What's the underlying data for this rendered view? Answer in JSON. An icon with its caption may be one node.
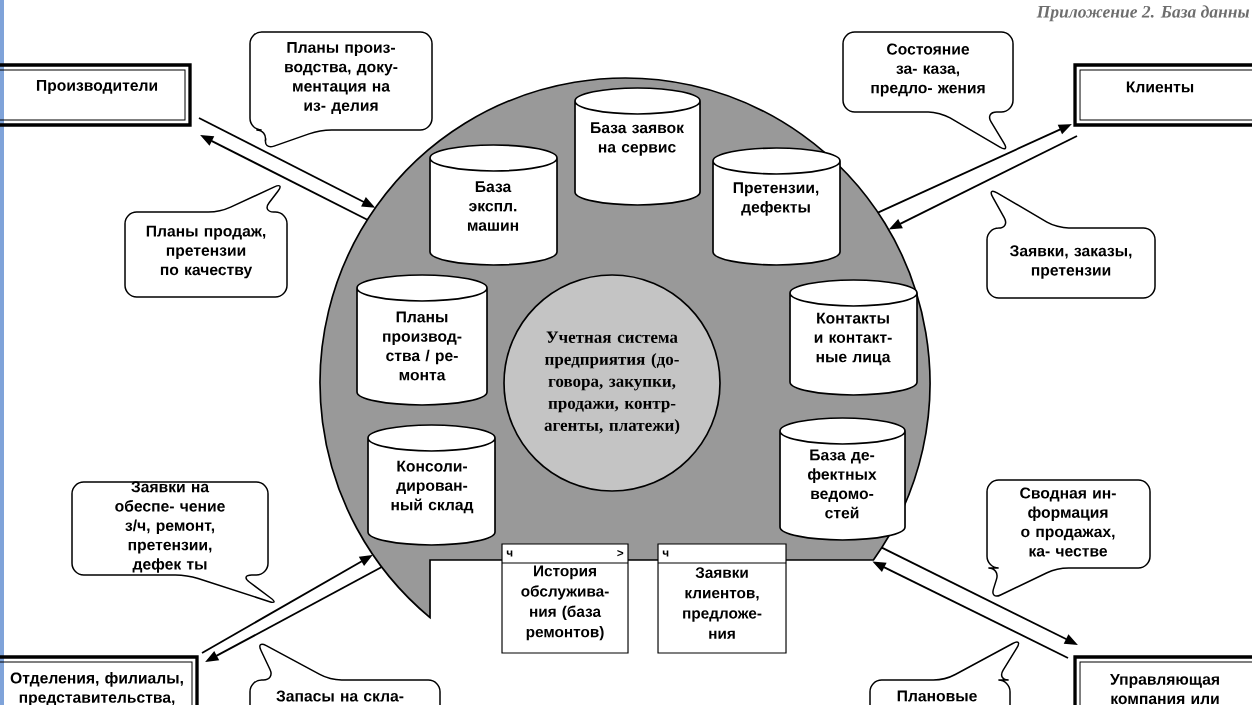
{
  "diagram": {
    "title": "Приложение 2. База данны",
    "nodes": [
      {
        "text": [],
        "shape": "circle"
      },
      {
        "text": [
          "Учетная система предприятия (до- говора, закупки, продажи, контр- агенты, платежи)"
        ],
        "in": 0
      },
      {
        "text": [
          "База заявок на сервис"
        ],
        "in": 0
      },
      {
        "text": [
          "База экспл. машин"
        ],
        "in": 0
      },
      {
        "text": [
          "Претензии, дефекты"
        ],
        "in": 0
      },
      {
        "text": [
          "Планы производ- ства / ре- монта"
        ],
        "in": 0
      },
      {
        "text": [
          "Контакты и контакт- ные лица"
        ],
        "in": 0
      },
      {
        "text": [
          "Консоли- дирован- ный склад"
        ],
        "in": 0
      },
      {
        "text": [
          "База де- фектных ведомо- стей"
        ],
        "in": 0
      },
      {
        "text": [
          "ч",
          ">",
          "История обслужива- ния (база ремонтов)"
        ],
        "in": 0
      },
      {
        "text": [
          "ч",
          "Заявки клиентов, предложе- ния"
        ],
        "in": 0
      },
      {
        "text": [
          "Производители"
        ]
      },
      {
        "text": [
          "Клиенты"
        ]
      },
      {
        "text": [
          "Отделения, филиалы, представительства,"
        ]
      },
      {
        "text": [
          "Управляющая компания или"
        ]
      },
      {
        "text": [
          "Планы произ- водства, доку- ментация на из- делия"
        ]
      },
      {
        "text": [
          "Планы продаж, претензии по качеству"
        ]
      },
      {
        "text": [
          "Состояние за- каза, предло- жения"
        ]
      },
      {
        "text": [
          "Заявки, заказы, претензии"
        ]
      },
      {
        "text": [
          "Заявки на обеспе- чение з/ч, ремонт, претензии, дефек ты"
        ]
      },
      {
        "text": [
          "Запасы на скла-"
        ]
      },
      {
        "text": [
          "Сводная ин- формация о продажах, ка- честве"
        ]
      },
      {
        "text": [
          "Плановые"
        ]
      }
    ],
    "edges": [
      {
        "from": 11,
        "to": 0,
        "arrow": "to"
      },
      {
        "from": 0,
        "to": 11,
        "arrow": "to"
      },
      {
        "from": 0,
        "to": 12,
        "arrow": "to"
      },
      {
        "from": 12,
        "to": 0,
        "arrow": "to"
      },
      {
        "from": 13,
        "to": 0,
        "arrow": "to"
      },
      {
        "from": 0,
        "to": 13,
        "arrow": "to"
      },
      {
        "from": 0,
        "to": 14,
        "arrow": "to"
      },
      {
        "from": 14,
        "to": 0,
        "arrow": "to"
      }
    ]
  }
}
